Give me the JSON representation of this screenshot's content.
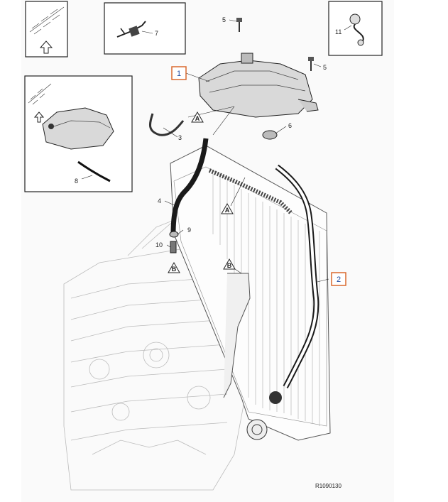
{
  "diagram": {
    "labels": {
      "l1": "1",
      "l2": "2",
      "l3": "3",
      "l4": "4",
      "l5a": "5",
      "l5b": "5",
      "l6": "6",
      "l7": "7",
      "l8": "8",
      "l9": "9",
      "l10": "10",
      "l11": "11"
    },
    "markers": {
      "a1": "A",
      "a2": "A",
      "b1": "B",
      "b2": "B"
    },
    "reference": "R1090130"
  },
  "colors": {
    "callout_box": "#d9692e",
    "callout_text": "#1f4aa0",
    "line": "#222222"
  },
  "icons": [
    "arrow-up-icon",
    "parts-sheet-icon",
    "clamp-icon",
    "cable-tie-icon",
    "expansion-tank-icon"
  ]
}
